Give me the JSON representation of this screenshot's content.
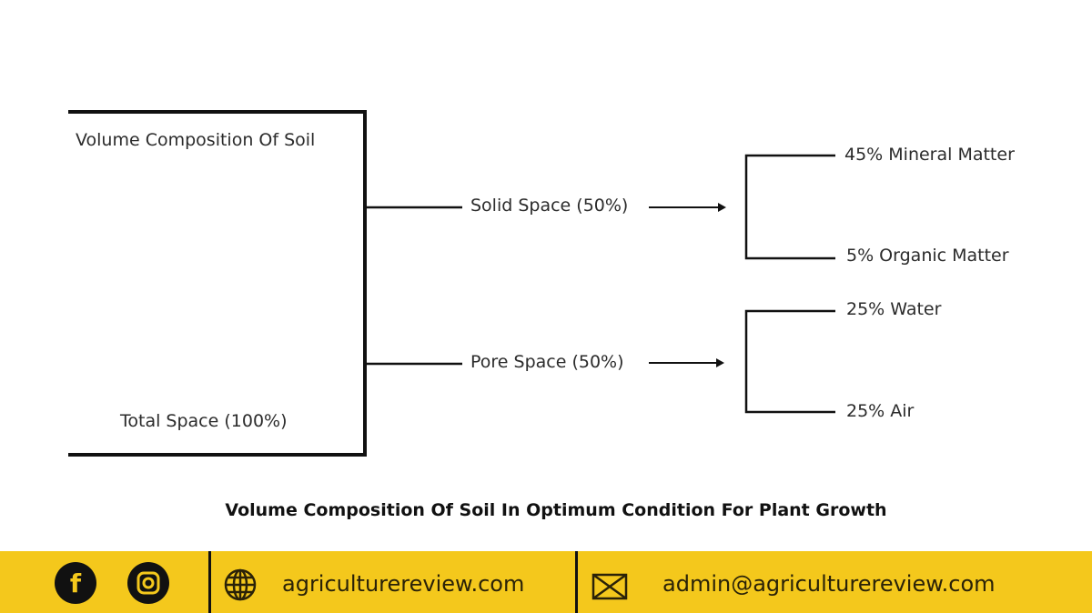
{
  "diagram": {
    "root": {
      "title": "Volume Composition Of Soil",
      "subtitle": "Total Space (100%)"
    },
    "branches": [
      {
        "label": "Solid Space (50%)",
        "children": [
          "45% Mineral Matter",
          "5% Organic Matter"
        ]
      },
      {
        "label": "Pore Space (50%)",
        "children": [
          "25% Water",
          "25% Air"
        ]
      }
    ],
    "caption": "Volume Composition Of Soil In Optimum Condition For Plant Growth"
  },
  "footer": {
    "icons": [
      "facebook-icon",
      "instagram-icon",
      "globe-icon",
      "mail-icon"
    ],
    "website": "agriculturereview.com",
    "email": "admin@agriculturereview.com",
    "background_color": "#f4c81c"
  }
}
